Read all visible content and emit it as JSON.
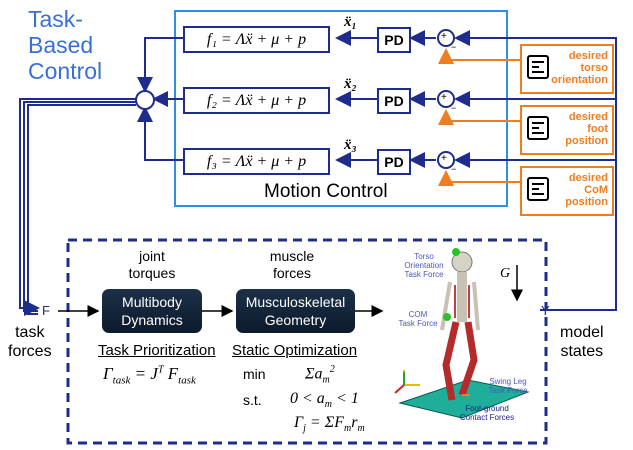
{
  "title": {
    "line1": "Task-",
    "line2": "Based",
    "line3": "Control"
  },
  "motion_control": {
    "label": "Motion Control",
    "rows": [
      {
        "equation": "f₁ = Λẍ + μ + p",
        "accel": "ẍ₁",
        "pd": "PD",
        "sum": "+",
        "sum_minus": "−"
      },
      {
        "equation": "f₂ = Λẍ + μ + p",
        "accel": "ẍ₂",
        "pd": "PD",
        "sum": "+",
        "sum_minus": "−"
      },
      {
        "equation": "f₃ = Λẍ + μ + p",
        "accel": "ẍ₃",
        "pd": "PD",
        "sum": "+",
        "sum_minus": "−"
      }
    ]
  },
  "desired": [
    {
      "l1": "desired",
      "l2": "torso",
      "l3": "orientation",
      "icon": "trajectory-icon"
    },
    {
      "l1": "desired",
      "l2": "foot",
      "l3": "position",
      "icon": "trajectory-icon"
    },
    {
      "l1": "desired",
      "l2": "CoM",
      "l3": "position",
      "icon": "trajectory-icon"
    }
  ],
  "lower": {
    "F": "F",
    "Y": "Y",
    "task_forces": {
      "l1": "task",
      "l2": "forces"
    },
    "model_states": {
      "l1": "model",
      "l2": "states"
    },
    "joint_torques": {
      "l1": "joint",
      "l2": "torques"
    },
    "muscle_forces": {
      "l1": "muscle",
      "l2": "forces"
    },
    "multibody": {
      "l1": "Multibody",
      "l2": "Dynamics"
    },
    "musculo": {
      "l1": "Musculoskeletal",
      "l2": "Geometry"
    },
    "task_prior": {
      "title": "Task Prioritization",
      "eq_lhs": "Γ",
      "eq_sub": "task",
      "eq_mid": " = J",
      "eq_sup": "T",
      "eq_F": " F",
      "eq_F_sub": "task"
    },
    "static_opt": {
      "title": "Static Optimization",
      "min": "min",
      "min_expr": "Σa",
      "min_sub": "m",
      "min_sup": "2",
      "st": "s.t.",
      "st_expr": "0 < a",
      "st_sub": "m",
      "st_tail": " < 1",
      "gamma": "Γ",
      "gamma_sub": "j",
      "gamma_eq": " = ΣF",
      "gamma_sub2": "m",
      "gamma_r": "r",
      "gamma_sub3": "m"
    },
    "G": "G",
    "fig_labels": {
      "torso": [
        "Torso",
        "Orientation",
        "Task Force"
      ],
      "com": [
        "COM",
        "Task Force"
      ],
      "swing": [
        "Swing Leg",
        "Task Force"
      ],
      "foot": [
        "Foot-ground",
        "Contact Forces"
      ]
    }
  },
  "colors": {
    "blue": "#3a6fd8",
    "navy": "#1e2c8c",
    "orange": "#ef7d22",
    "frame": "#2f8ee6"
  }
}
